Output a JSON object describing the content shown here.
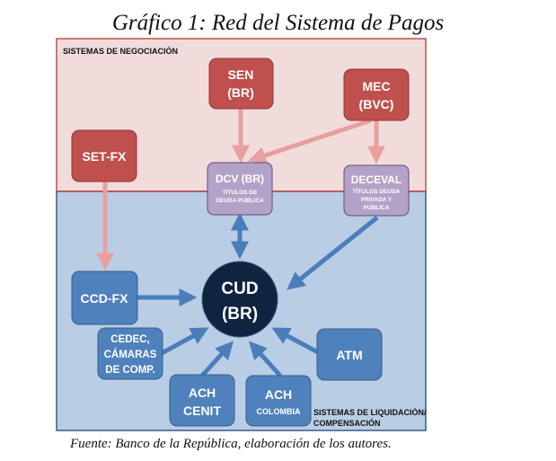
{
  "title": "Gráfico 1: Red del Sistema de Pagos",
  "caption": "Fuente: Banco de la República, elaboración de los autores.",
  "regions": {
    "top": {
      "label": "SISTEMAS DE NEGOCIACIÓN",
      "color": "#f2dcdb"
    },
    "bottom": {
      "label_line1": "SISTEMAS DE LIQUIDACIÓN/",
      "label_line2": "COMPENSACIÓN",
      "color": "#b9cde5"
    }
  },
  "colors": {
    "red_node": "#c0504d",
    "purple_node": "#b3a2c7",
    "blue_node": "#4f81bd",
    "center_node": "#0f243e",
    "red_arrow": "#e6a09e",
    "blue_arrow": "#4a7ebb"
  },
  "nodes": {
    "sen": {
      "line1": "SEN",
      "line2": "(BR)"
    },
    "mec": {
      "line1": "MEC",
      "line2": "(BVC)"
    },
    "setfx": {
      "line1": "SET-FX"
    },
    "dcv": {
      "line1": "DCV (BR)",
      "line2": "TÍTULOS DE",
      "line3": "DEUDA PÚBLICA"
    },
    "deceval": {
      "line1": "DECEVAL",
      "line2": "TÍTULOS DEUDA",
      "line3": "PRIVADA Y",
      "line4": "PÚBLICA"
    },
    "cud": {
      "line1": "CUD",
      "line2": "(BR)"
    },
    "ccdfx": {
      "line1": "CCD-FX"
    },
    "cedec": {
      "line1": "CEDEC,",
      "line2": "CÁMARAS",
      "line3": "DE COMP."
    },
    "achcenit": {
      "line1": "ACH",
      "line2": "CENIT"
    },
    "achcol": {
      "line1": "ACH",
      "line2": "COLOMBIA"
    },
    "atm": {
      "line1": "ATM"
    }
  }
}
